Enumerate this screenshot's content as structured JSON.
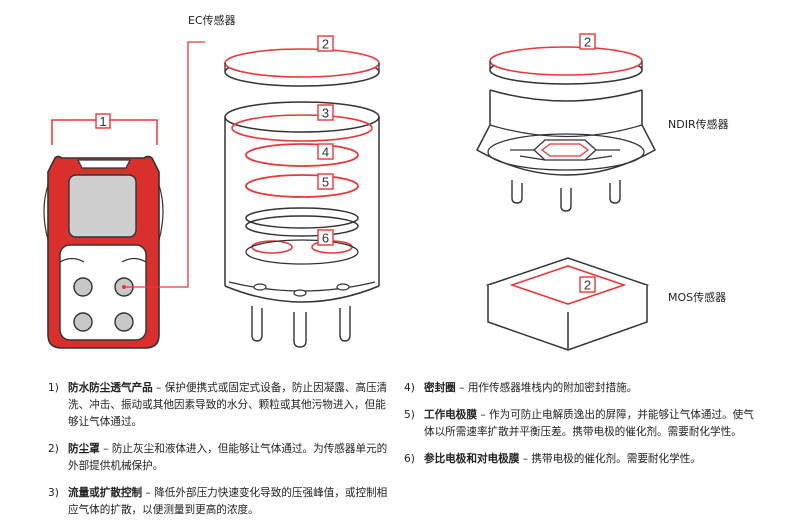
{
  "labels": {
    "ec": "EC传感器",
    "ndir": "NDIR传感器",
    "mos": "MOS传感器"
  },
  "callouts": [
    "1",
    "2",
    "3",
    "4",
    "5",
    "6"
  ],
  "notes_left": [
    {
      "num": "1)",
      "title": "防水防尘透气产品",
      "dash": " – ",
      "body": "保护便携式或固定式设备，防止因凝露、高压清洗、冲击、振动或其他因素导致的水分、颗粒或其他污物进入，但能够让气体通过。"
    },
    {
      "num": "2)",
      "title": "防尘罩",
      "dash": " – ",
      "body": "防止灰尘和液体进入，但能够让气体通过。为传感器单元的外部提供机械保护。"
    },
    {
      "num": "3)",
      "title": "流量或扩散控制",
      "dash": " – ",
      "body": "降低外部压力快速变化导致的压强峰值，或控制相应气体的扩散，以便测量到更高的浓度。"
    }
  ],
  "notes_right": [
    {
      "num": "4)",
      "title": "密封圈",
      "dash": " – ",
      "body": "用作传感器堆栈内的附加密封措施。"
    },
    {
      "num": "5)",
      "title": "工作电极膜",
      "dash": " – ",
      "body": "作为可防止电解质逸出的屏障，并能够让气体通过。使气体以所需速率扩散并平衡压差。携带电极的催化剂。需要耐化学性。"
    },
    {
      "num": "6)",
      "title": "参比电极和对电极膜",
      "dash": "  –  ",
      "body": "携带电极的催化剂。需要耐化学性。"
    }
  ],
  "colors": {
    "accent": "#e8373a",
    "line": "#333333",
    "device": "#d9302e",
    "screen": "#cfcfcf"
  }
}
